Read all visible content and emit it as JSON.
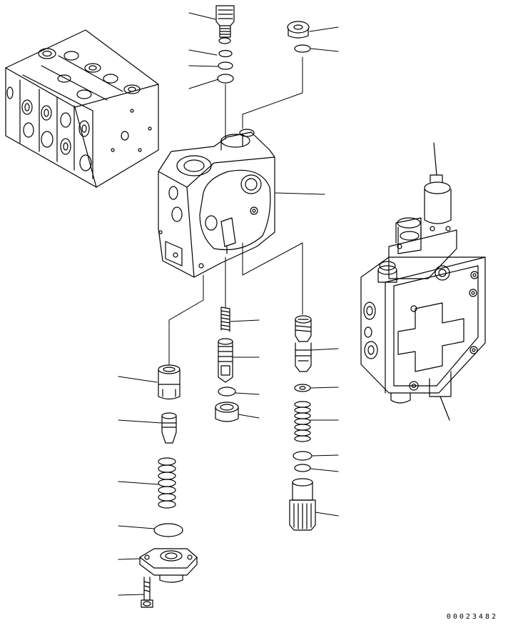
{
  "figure": {
    "reference_code": "00023482",
    "colors": {
      "line": "#000000",
      "background": "#ffffff"
    },
    "parts": [
      "assembled-control-valve-view",
      "valve-section-housing",
      "solenoid-valve-assembly-view",
      "cap-plug",
      "o-ring",
      "backup-ring",
      "plug",
      "valve-spool-spring",
      "valve-spool",
      "poppet",
      "spring",
      "flange",
      "bolt",
      "valve",
      "retainer",
      "seat",
      "plug-large"
    ]
  }
}
